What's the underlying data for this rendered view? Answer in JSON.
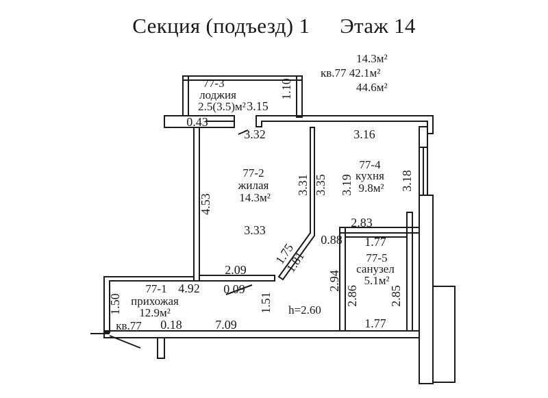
{
  "header": {
    "section": "Секция (подъезд) 1",
    "floor": "Этаж 14"
  },
  "summary": {
    "living_area": "14.3м²",
    "apartment": "кв.77",
    "total_area": "42.1м²",
    "total_area_with_loggia": "44.6м²"
  },
  "rooms": {
    "loggia": {
      "id": "77-3",
      "name": "лоджия",
      "area": "2.5(3.5)м²"
    },
    "living": {
      "id": "77-2",
      "name": "жилая",
      "area": "14.3м²"
    },
    "kitchen": {
      "id": "77-4",
      "name": "кухня",
      "area": "9.8м²"
    },
    "bathroom": {
      "id": "77-5",
      "name": "санузел",
      "area": "5.1м²"
    },
    "hallway": {
      "id": "77-1",
      "name": "прихожая",
      "area": "12.9м²"
    }
  },
  "entrance_label": "кв.77",
  "ceiling_height": "h=2.60",
  "dimensions": {
    "d_1_10": "1.10",
    "d_3_15": "3.15",
    "d_0_43": "0.43",
    "d_3_32": "3.32",
    "d_3_16": "3.16",
    "d_4_53": "4.53",
    "d_3_31": "3.31",
    "d_3_35": "3.35",
    "d_3_19": "3.19",
    "d_3_18": "3.18",
    "d_3_33": "3.33",
    "d_2_83": "2.83",
    "d_0_88": "0.88",
    "d_1_75": "1.75",
    "d_1_81": "1.81",
    "d_1_77_top": "1.77",
    "d_2_09": "2.09",
    "d_0_09": "0.09",
    "d_4_92": "4.92",
    "d_1_51": "1.51",
    "d_2_94": "2.94",
    "d_2_86": "2.86",
    "d_2_85": "2.85",
    "d_1_50": "1.50",
    "d_0_18": "0.18",
    "d_7_09": "7.09",
    "d_1_77_bottom": "1.77"
  }
}
